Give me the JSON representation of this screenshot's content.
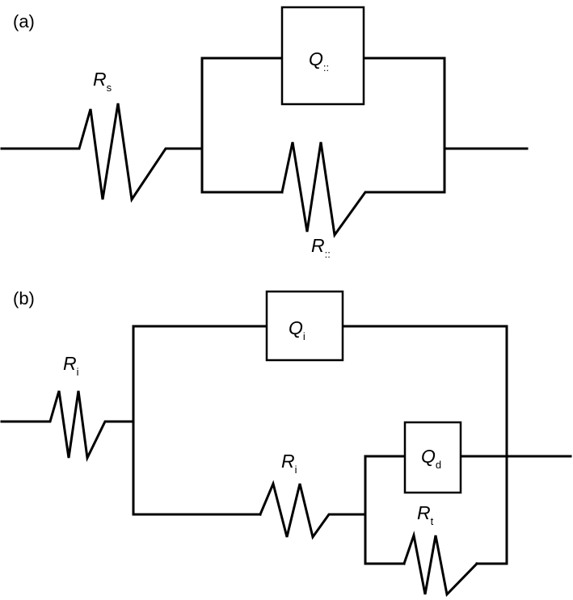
{
  "panel_a": {
    "label": "(a)",
    "Rs": {
      "symbol": "R",
      "subscript": "s"
    },
    "Q_top": {
      "symbol": "Q",
      "subscript": "::"
    },
    "R_bottom": {
      "symbol": "R",
      "subscript": "::"
    }
  },
  "panel_b": {
    "label": "(b)",
    "R_left": {
      "symbol": "R",
      "subscript": "i"
    },
    "Q_top": {
      "symbol": "Q",
      "subscript": "i"
    },
    "R_mid": {
      "symbol": "R",
      "subscript": "i"
    },
    "Q_inner": {
      "symbol": "Q",
      "subscript": "d"
    },
    "R_inner": {
      "symbol": "R",
      "subscript": "t"
    }
  }
}
